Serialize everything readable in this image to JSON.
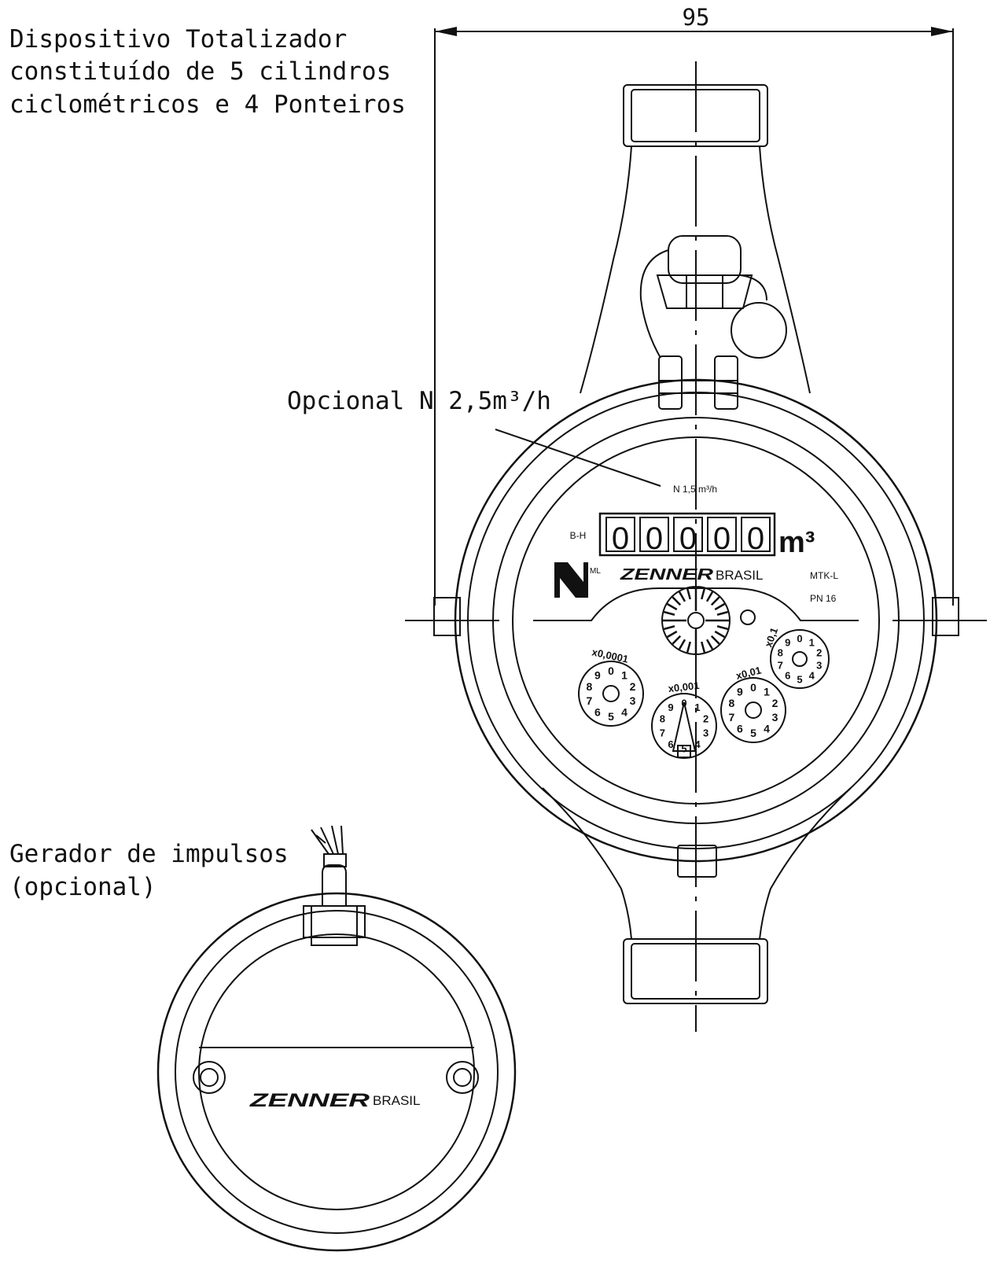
{
  "annotations": {
    "totalizer_line1": "Dispositivo Totalizador",
    "totalizer_line2": "constituído de 5 cilindros",
    "totalizer_line3": "ciclométricos e 4 Ponteiros",
    "optional_flow": "Opcional N 2,5m³/h",
    "pulse_line1": "Gerador de impulsos",
    "pulse_line2": "(opcional)"
  },
  "dimension": {
    "width_label": "95"
  },
  "meter_face": {
    "flow_label": "N 1,5 m³/h",
    "class_label": "B-H",
    "counter_digits": [
      "0",
      "0",
      "0",
      "0",
      "0"
    ],
    "unit": "m³",
    "brand": "ZENNER",
    "brand_suffix": "BRASIL",
    "model": "MTK-L",
    "pressure": "PN 16",
    "mark_sup": "ML",
    "dials": [
      {
        "multiplier": "x0,0001"
      },
      {
        "multiplier": "x0,001"
      },
      {
        "multiplier": "x0,01"
      },
      {
        "multiplier": "x0,1"
      }
    ],
    "dial_numbers": [
      "0",
      "1",
      "2",
      "3",
      "4",
      "5",
      "6",
      "7",
      "8",
      "9"
    ]
  },
  "pulse_generator": {
    "brand": "ZENNER",
    "brand_suffix": "BRASIL"
  }
}
